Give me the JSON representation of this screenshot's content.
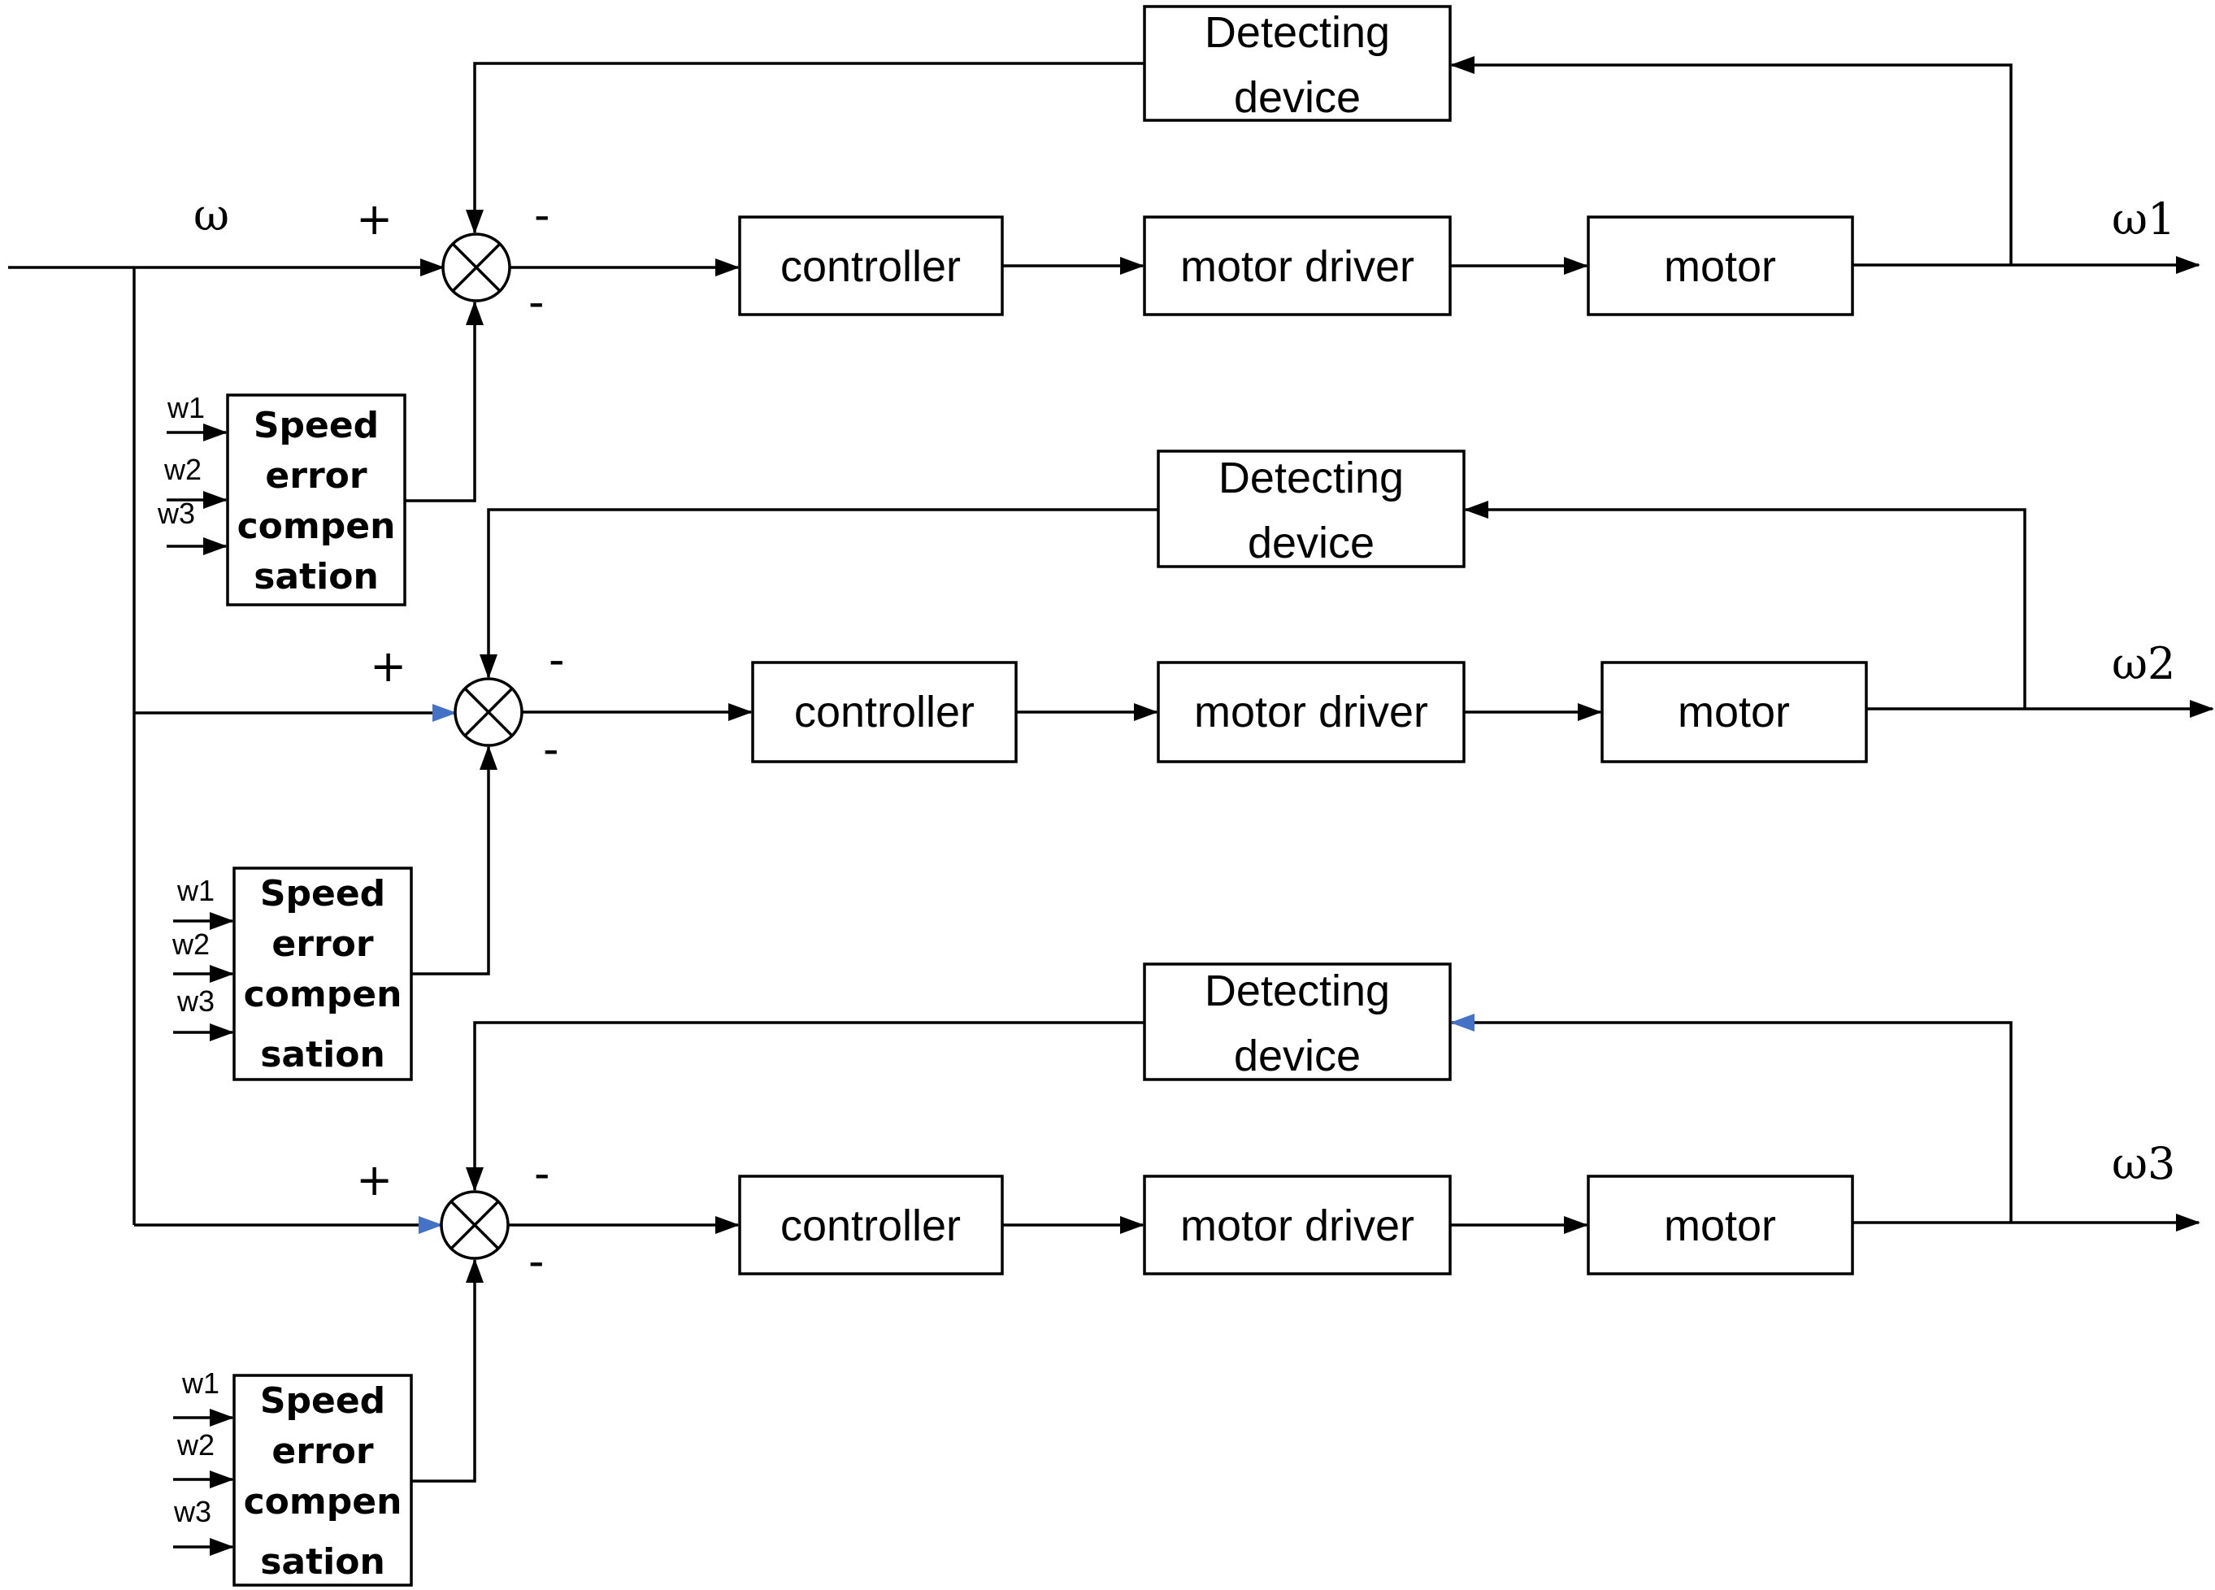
{
  "input": {
    "label": "ω"
  },
  "loops": [
    {
      "detector": {
        "line1": "Detecting",
        "line2": "device"
      },
      "controller": "controller",
      "driver": "motor driver",
      "motor": "motor",
      "output": "ω1",
      "signs": {
        "plus": "+",
        "minus_top": "-",
        "minus_bottom": "-"
      },
      "comp": {
        "line1": "Speed",
        "line2": "error",
        "line3": "compen",
        "line4": "sation",
        "inputs": [
          "w1",
          "w2",
          "w3"
        ]
      }
    },
    {
      "detector": {
        "line1": "Detecting",
        "line2": "device"
      },
      "controller": "controller",
      "driver": "motor driver",
      "motor": "motor",
      "output": "ω2",
      "signs": {
        "plus": "+",
        "minus_top": "-",
        "minus_bottom": "-"
      },
      "comp": {
        "line1": "Speed",
        "line2": "error",
        "line3": "compen",
        "line4": "sation",
        "inputs": [
          "w1",
          "w2",
          "w3"
        ]
      }
    },
    {
      "detector": {
        "line1": "Detecting",
        "line2": "device"
      },
      "controller": "controller",
      "driver": "motor driver",
      "motor": "motor",
      "output": "ω3",
      "signs": {
        "plus": "+",
        "minus_top": "-",
        "minus_bottom": "-"
      },
      "comp": {
        "line1": "Speed",
        "line2": "error",
        "line3": "compen",
        "line4": "sation",
        "inputs": [
          "w1",
          "w2",
          "w3"
        ]
      }
    }
  ],
  "colors": {
    "line": "#000000",
    "accent_arrow": "#4472c4"
  }
}
